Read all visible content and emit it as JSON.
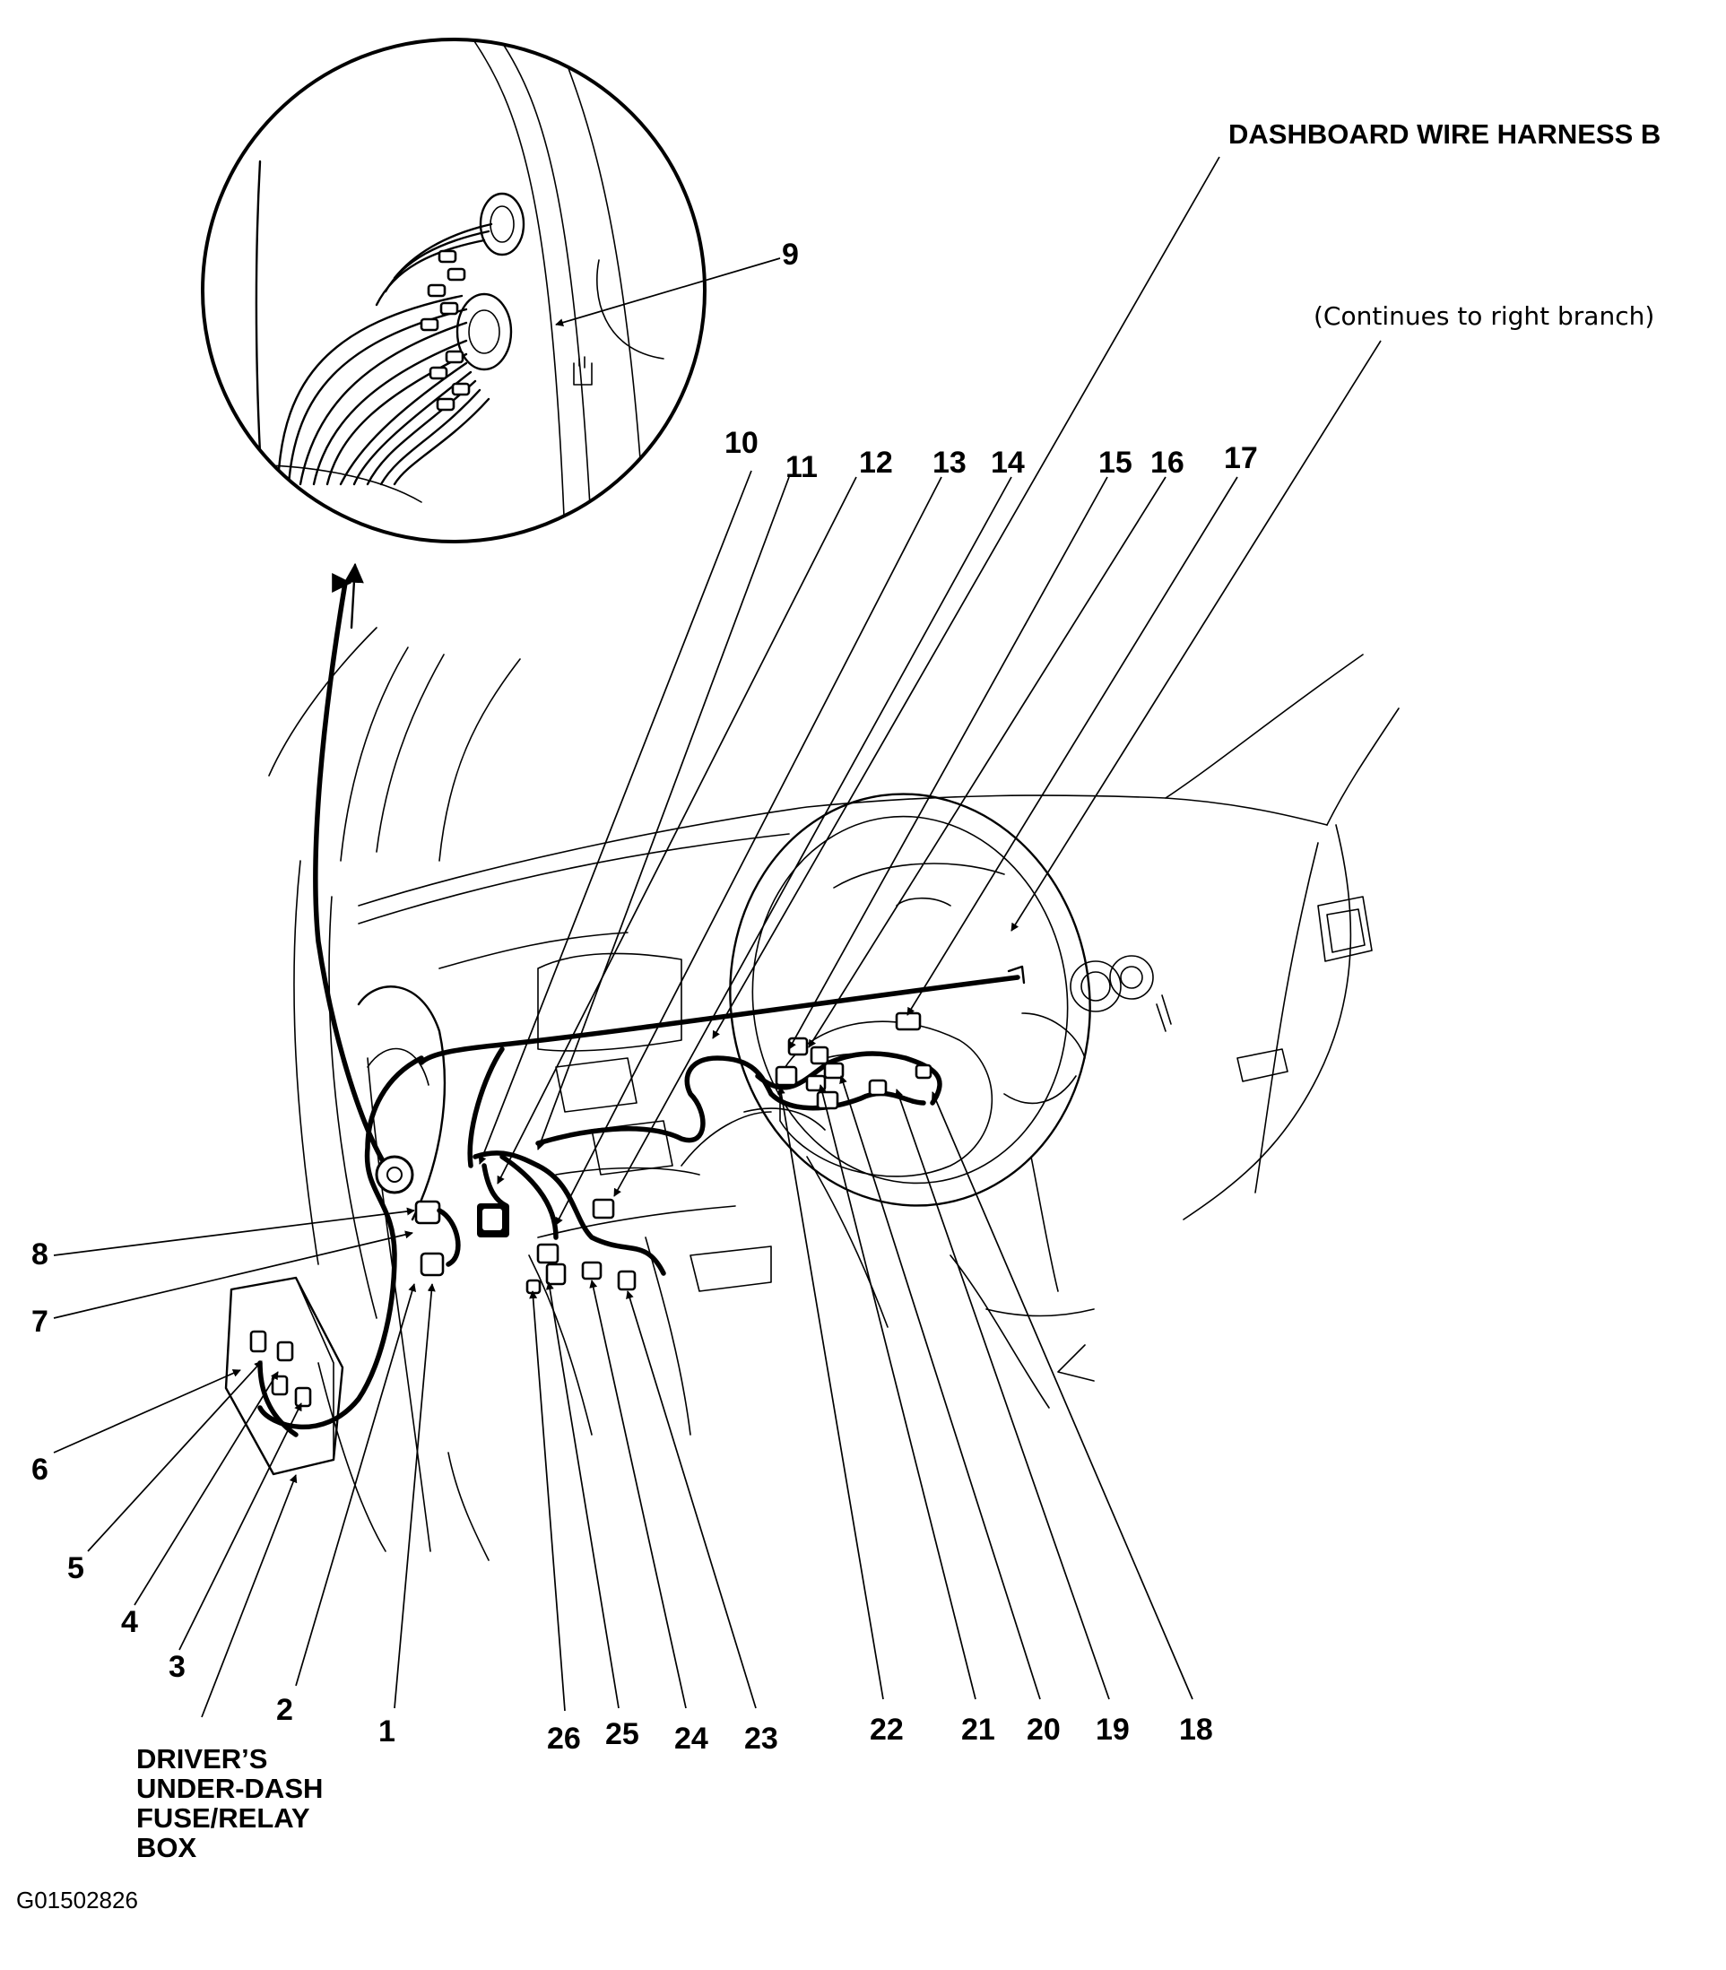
{
  "title": "DASHBOARD WIRE HARNESS B",
  "note": "(Continues to right branch)",
  "fuse_box_label": [
    "DRIVER’S",
    "UNDER-DASH",
    "FUSE/RELAY",
    "BOX"
  ],
  "figure_code": "G01502826",
  "callouts": [
    "1",
    "2",
    "3",
    "4",
    "5",
    "6",
    "7",
    "8",
    "9",
    "10",
    "11",
    "12",
    "13",
    "14",
    "15",
    "16",
    "17",
    "18",
    "19",
    "20",
    "21",
    "22",
    "23",
    "24",
    "25",
    "26"
  ]
}
